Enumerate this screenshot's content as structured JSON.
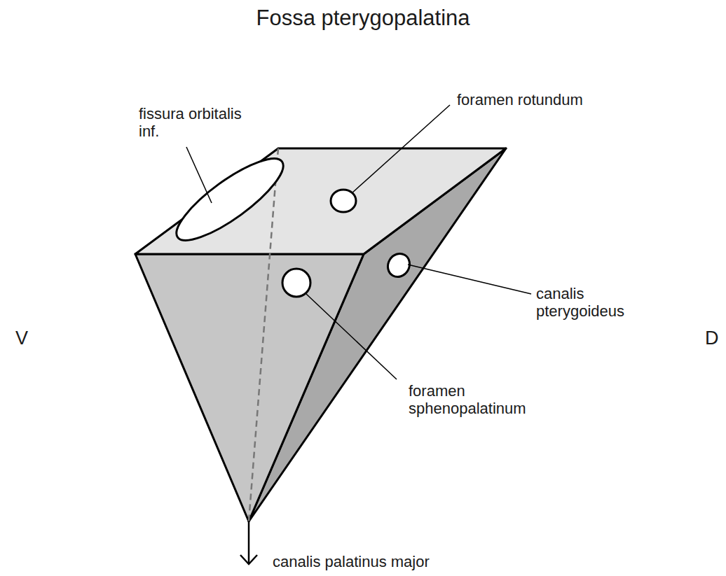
{
  "diagram": {
    "title": "Fossa pterygopalatina",
    "labels": [
      "fissura orbitalis inf.",
      "foramen rotundum",
      "canalis pterygoideus",
      "foramen sphenopalatinum",
      "canalis palatinus major",
      "V",
      "D"
    ]
  }
}
